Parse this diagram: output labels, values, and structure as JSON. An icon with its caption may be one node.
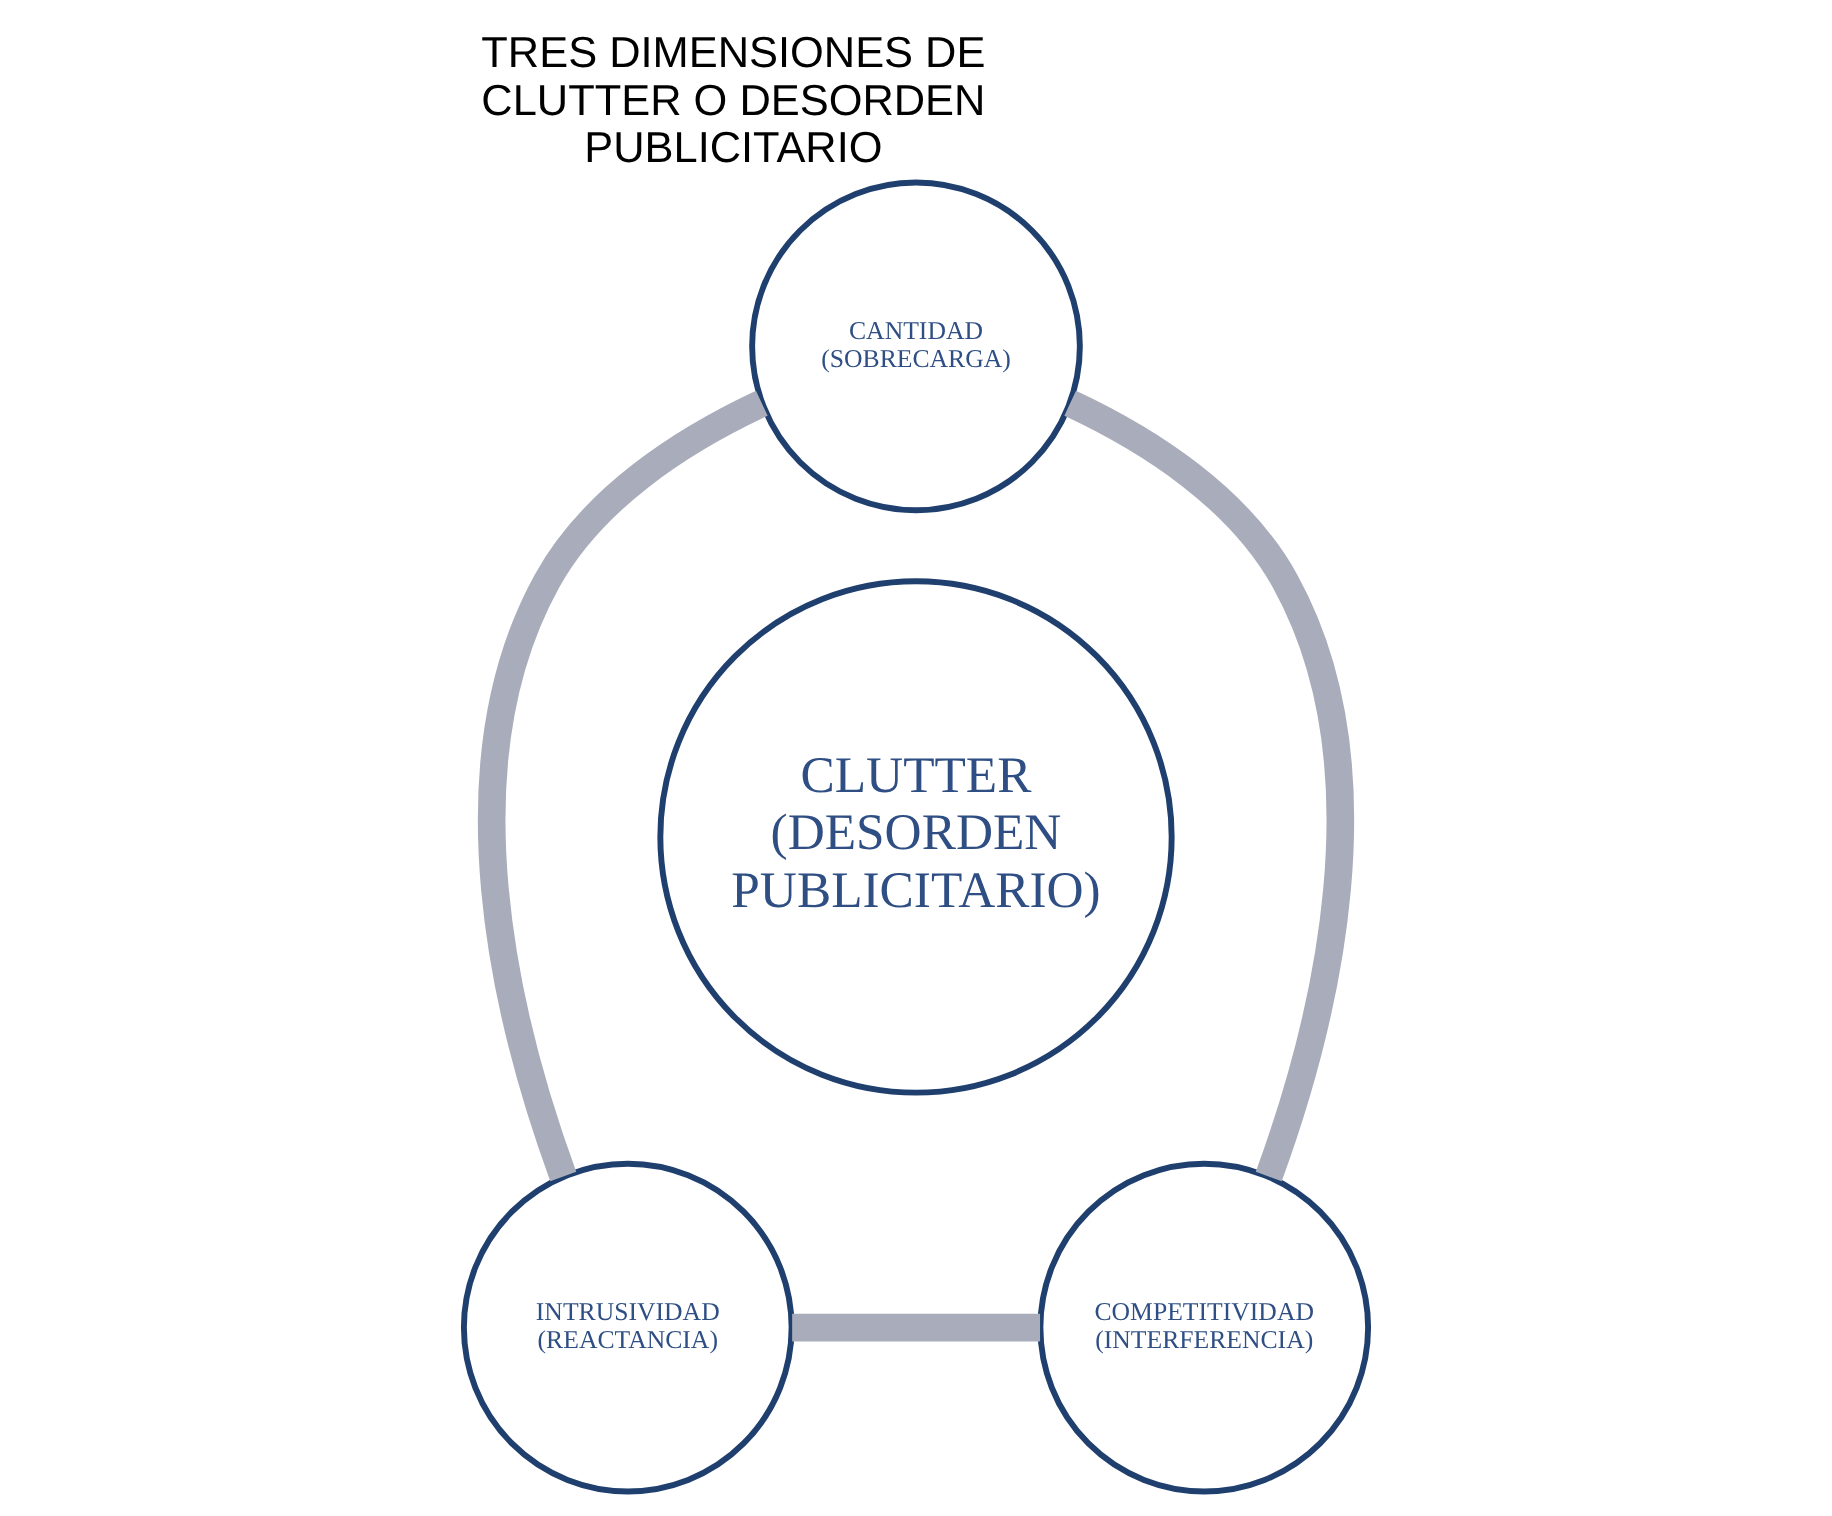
{
  "diagram": {
    "title": "TRES DIMENSIONES DE CLUTTER O DESORDEN PUBLICITARIO",
    "nodes": [
      {
        "text": [
          "CANTIDAD (SOBRECARGA)"
        ]
      },
      {
        "text": [
          "CLUTTER (DESORDEN PUBLICITARIO)"
        ]
      },
      {
        "text": [
          "INTRUSIVIDAD (REACTANCIA)"
        ]
      },
      {
        "text": [
          "COMPETITIVIDAD (INTERFERENCIA)"
        ]
      }
    ],
    "edges": [
      {
        "from": 0,
        "to": 3,
        "arrow": "none"
      },
      {
        "from": 3,
        "to": 2,
        "arrow": "none"
      },
      {
        "from": 2,
        "to": 0,
        "arrow": "none"
      }
    ]
  }
}
